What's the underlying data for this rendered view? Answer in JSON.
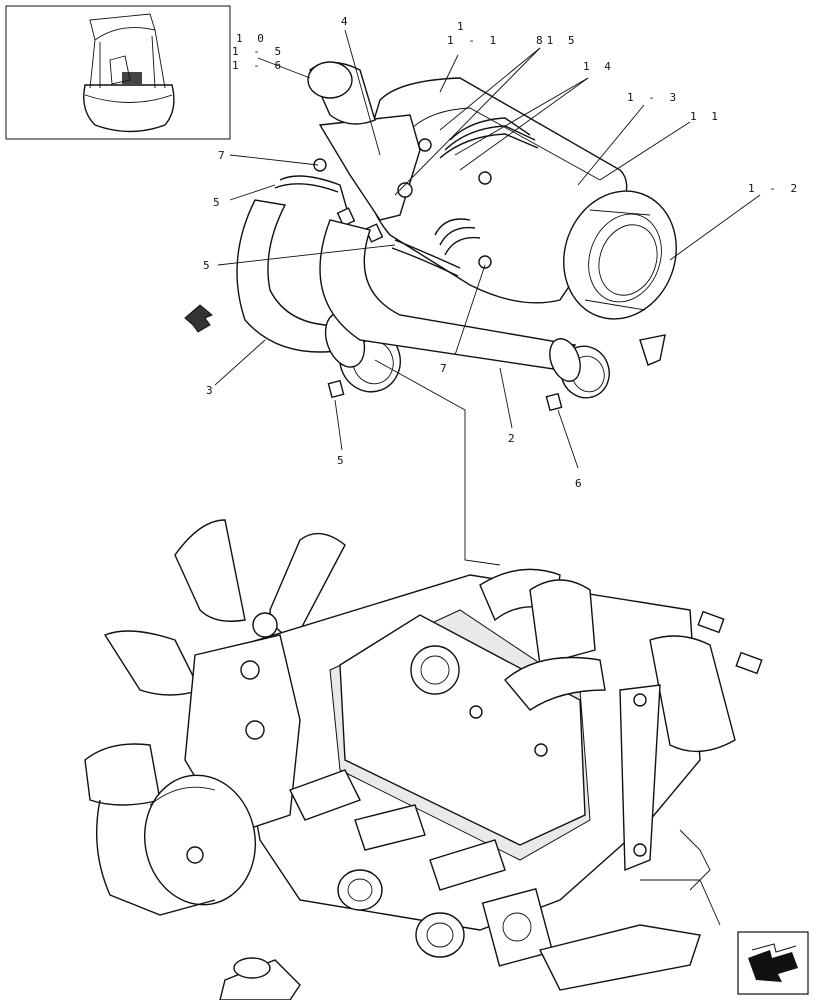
{
  "labels": {
    "l1": "1",
    "l1_1": "1 - 1",
    "l8_15": "81 5",
    "l4": "4",
    "l10": "1 0",
    "l1_5": "1 - 5",
    "l1_6": "1 - 6",
    "l14": "1 4",
    "l1_3": "1 - 3",
    "l11": "1 1",
    "l1_2": "1 - 2",
    "l7a": "7",
    "l5a": "5",
    "l5b": "5",
    "l3": "3",
    "l7b": "7",
    "l2": "2",
    "l5c": "5",
    "l6": "6"
  }
}
